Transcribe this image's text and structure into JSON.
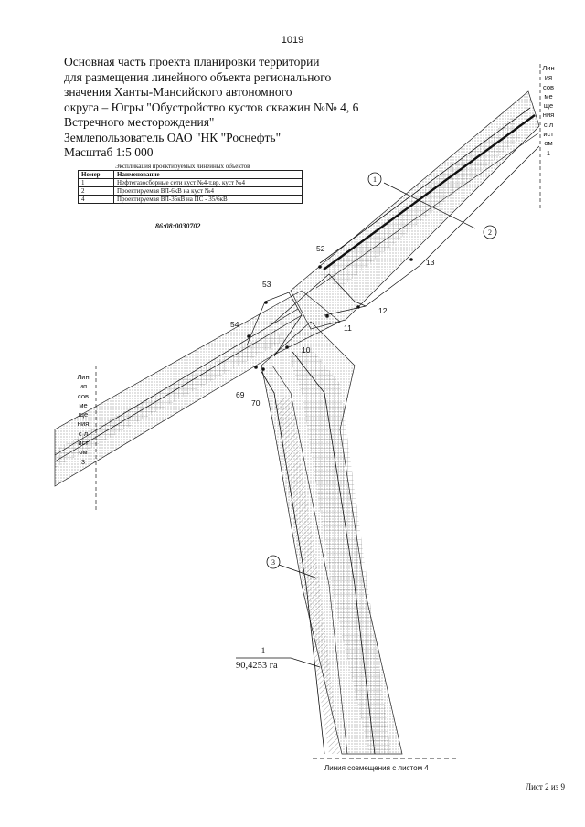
{
  "page_number": "1019",
  "title_lines": [
    "Основная часть проекта планировки территории",
    "для размещения линейного объекта регионального",
    "значения Ханты-Мансийского автономного",
    "округа – Югры \"Обустройство кустов скважин №№ 4, 6",
    "Встречного месторождения\"",
    "Землепользователь ОАО \"НК \"Роснефть\"",
    "Масштаб 1:5 000"
  ],
  "legend": {
    "caption": "Экспликация проектируемых линейных объектов",
    "headers": {
      "number": "Номер",
      "name": "Наименование"
    },
    "rows": [
      {
        "number": "1",
        "name": "Нефтегазосборные сети куст №4-т.вр. куст №4"
      },
      {
        "number": "2",
        "name": "Проектируемая ВЛ-6кВ на куст №4"
      },
      {
        "number": "4",
        "name": "Проектируемая ВЛ-35кВ на ПС - 35/6кВ"
      }
    ]
  },
  "cadastral_number": "86:08:0030702",
  "boundary_label_right": "Линия совмещения с листом 1",
  "boundary_label_left": "Линия совмещения с листом 3",
  "point_labels": [
    "52",
    "53",
    "54",
    "13",
    "12",
    "11",
    "10",
    "69",
    "70"
  ],
  "object_refs": [
    "1",
    "2",
    "3"
  ],
  "parcel_area_number": "1",
  "parcel_area": "90,4253 га",
  "junction_line_label": "Линия совмещения с листом 4",
  "sheet_label": "Лист 2 из 9"
}
